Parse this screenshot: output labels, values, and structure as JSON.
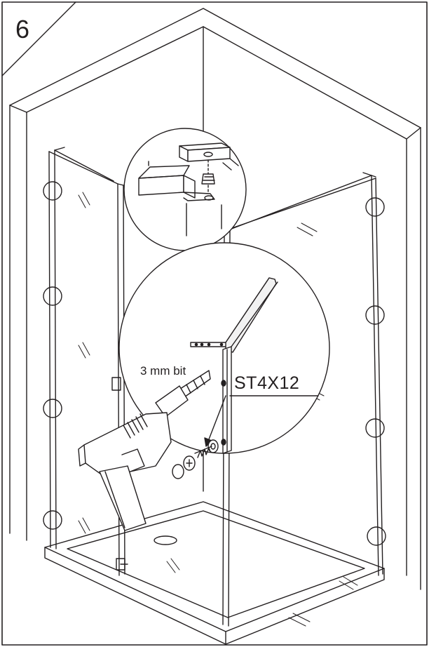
{
  "step": {
    "number": "6"
  },
  "labels": {
    "drill_bit": "3 mm bit",
    "screw_spec": "ST4X12"
  },
  "colors": {
    "line": "#231f20",
    "paper": "#ffffff",
    "fill_light": "#f2f2f2"
  },
  "icons": {
    "drill": "power-drill-icon",
    "screw": "phillips-screw-icon"
  }
}
